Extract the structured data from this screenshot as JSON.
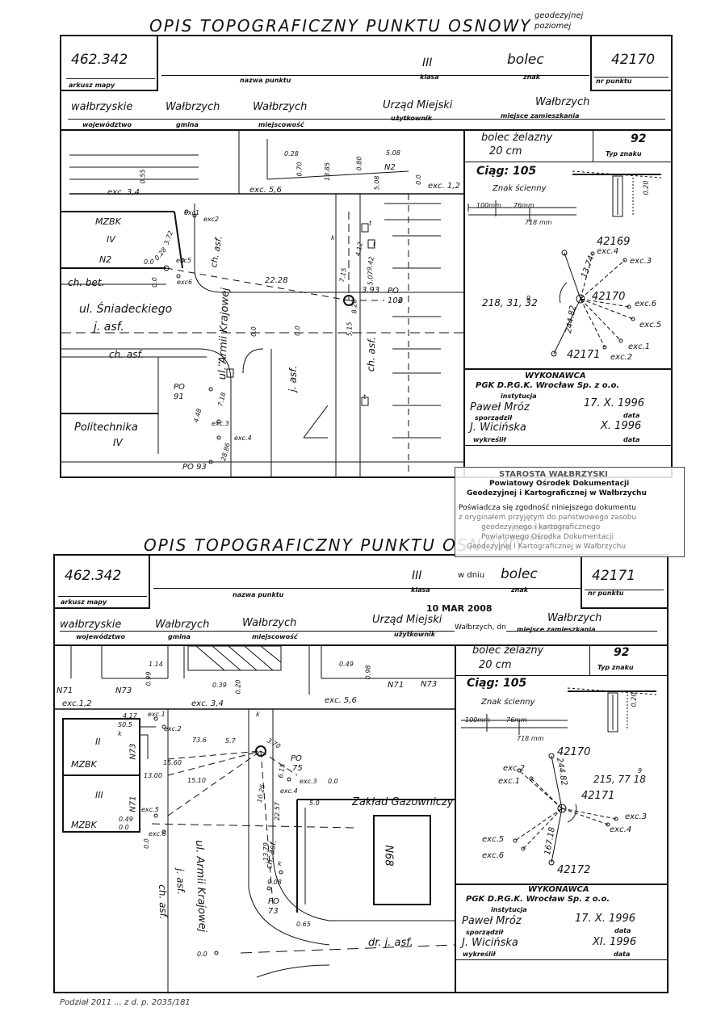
{
  "sheet1": {
    "title": "OPIS TOPOGRAFICZNY PUNKTU OSNOWY",
    "title_sub1": "geodezyjnej",
    "title_sub2": "poziomej",
    "arkusz_value": "462.342",
    "arkusz_label": "arkusz mapy",
    "nazwa_label": "nazwa punktu",
    "klasa_value": "III",
    "klasa_label": "klasa",
    "znak_value": "bolec",
    "znak_label": "znak",
    "nr_value": "42170",
    "nr_label": "nr punktu",
    "woj_value": "wałbrzyskie",
    "woj_label": "województwo",
    "gmina_value": "Wałbrzych",
    "gmina_label": "gmina",
    "miejsc_value": "Wałbrzych",
    "miejsc_label": "miejscowość",
    "uzyt_value": "Urząd Miejski",
    "uzyt_label": "użytkownik",
    "miejsce_value": "Wałbrzych",
    "miejsce_label": "miejsce zamieszkania",
    "typ_desc1": "bolec żelazny",
    "typ_desc2": "20 cm",
    "typ_value": "92",
    "typ_label": "Typ znaku",
    "ciag": "Ciąg: 105",
    "znak_scienny": "Znak ścienny",
    "dim_100": "100mm",
    "dim_76": "76mm",
    "dim_718": "718 mm",
    "dim_020": "0,20",
    "angle": "218, 31, 32",
    "angle_sup": "9",
    "pt_top": "42169",
    "pt_center": "42170",
    "pt_bottom": "42171",
    "exc_labels": [
      "exc.4",
      "exc.3",
      "exc.6",
      "exc.5",
      "exc.1",
      "exc.2"
    ],
    "dist1": "13.74",
    "dist2": "244.82",
    "wyk_title": "WYKONAWCA",
    "wyk_inst": "PGK D.P.G.K. Wrocław Sp. z o.o.",
    "inst_label": "instytucja",
    "sporz_name": "Paweł Mróz",
    "sporz_date": "17. X. 1996",
    "sporz_label": "sporządził",
    "data_label": "data",
    "wyk_name": "J. Wicińska",
    "wyk_date": "X. 1996",
    "wykr_label": "wykreślił",
    "map_labels": [
      "MZBK",
      "IV",
      "N2",
      "ch. bet.",
      "ul. Śniadeckiego",
      "j. asf.",
      "ch. asf.",
      "Politechnika",
      "IV",
      "ul. Armii Krajowej",
      "j. asf.",
      "ch. asf.",
      "ch. asf.",
      "exc. 3,4",
      "exc. 5,6",
      "exc. 1,2",
      "PO",
      "102",
      "PO",
      "91",
      "PO 93",
      "22.28",
      "3.93",
      "exc1",
      "exc2",
      "exc5",
      "exc6",
      "exc.3",
      "exc.4",
      "N2",
      "9.42",
      "4.12",
      "0.55",
      "0.28",
      "0.70",
      "13.85",
      "0.80",
      "5.08",
      "5.08",
      "0.0",
      "7.15",
      "7.18",
      "4.48",
      "28.86",
      "0.0",
      "0.0",
      "k",
      "t",
      "t",
      "t",
      "t",
      "3.72",
      "0.28",
      "0.0",
      "0.0",
      "5.07",
      "8.28",
      "5.15"
    ]
  },
  "sheet2": {
    "title": "OPIS TOPOGRAFICZNY PUNKTU OSNOWY",
    "title_sub1": "geodezyjnej",
    "title_sub2": "poziomej",
    "arkusz_value": "462.342",
    "arkusz_label": "arkusz mapy",
    "nazwa_label": "nazwa punktu",
    "klasa_value": "III",
    "klasa_label": "klasa",
    "znak_value": "bolec",
    "znak_label": "znak",
    "nr_value": "42171",
    "nr_label": "nr punktu",
    "woj_value": "wałbrzyskie",
    "woj_label": "województwo",
    "gmina_value": "Wałbrzych",
    "gmina_label": "gmina",
    "miejsc_value": "Wałbrzych",
    "miejsc_label": "miejscowość",
    "uzyt_value": "Urząd Miejski",
    "uzyt_label": "użytkownik",
    "miejsce_value": "Wałbrzych",
    "miejsce_label": "miejsce zamieszkania",
    "typ_desc1": "bolec żelazny",
    "typ_desc2": "20 cm",
    "typ_value": "92",
    "typ_label": "Typ znaku",
    "ciag": "Ciąg: 105",
    "znak_scienny": "Znak ścienny",
    "dim_100": "100mm",
    "dim_76": "76mm",
    "dim_718": "718 mm",
    "dim_020": "0,20",
    "angle": "215, 77 18",
    "angle_sup": "9",
    "pt_top": "42170",
    "pt_center": "42171",
    "pt_bottom": "42172",
    "exc_labels": [
      "exc.2",
      "exc.1",
      "exc.3",
      "exc.4",
      "exc.5",
      "exc.6"
    ],
    "dist1": "244.82",
    "dist2": "167.18",
    "wyk_title": "WYKONAWCA",
    "wyk_inst": "PGK D.P.G.K. Wrocław Sp. z o.o.",
    "inst_label": "instytucja",
    "sporz_name": "Paweł Mróz",
    "sporz_date": "17. X. 1996",
    "sporz_label": "sporządził",
    "data_label": "data",
    "wyk_name": "J. Wicińska",
    "wyk_date": "XI. 1996",
    "wykr_label": "wykreślił",
    "map_labels": [
      "MZBK",
      "II",
      "MZBK",
      "III",
      "N73",
      "N71",
      "N71",
      "N73",
      "N71",
      "N73",
      "exc.1,2",
      "exc. 3,4",
      "exc. 5,6",
      "ul. Armii Krajowej",
      "j. asf.",
      "ch. asf.",
      "ch. asf.",
      "dr. j. asf.",
      "Zakład Gazowniczy",
      "N68",
      "PO",
      "75",
      "PO",
      "73",
      "exc.1",
      "exc.2",
      "exc.5",
      "exc.6",
      "exc.3",
      "exc.4",
      "73.6",
      "5.7",
      "15.60",
      "15.10",
      "13.00",
      "3.70",
      "22.57",
      "13.79",
      "0.65",
      "5.0",
      "1.14",
      "0.99",
      "0.49",
      "0.98",
      "0.39",
      "0.20",
      "0.49",
      "0.0",
      "0.0",
      "0.0",
      "0.0",
      "4.17",
      "50.5",
      "k",
      "k",
      "k",
      "9.08",
      "6.15",
      "10.26"
    ]
  },
  "stamp": {
    "line1": "STAROSTA WAŁBRZYSKI",
    "line2": "Powiatowy Ośrodek Dokumentacji",
    "line3": "Geodezyjnej i Kartograficznej w Wałbrzychu",
    "line4": "Poświadcza się zgodność niniejszego dokumentu",
    "line5": "z oryginałem przyjętym do państwowego zasobu",
    "line6": "geodezyjnego i kartograficznego",
    "line7": "Powiatowego Ośrodka Dokumentacji",
    "line8": "Geodezyjnej i Kartograficznej w Wałbrzychu",
    "w_dniu": "w dniu",
    "date": "10 MAR 2008",
    "place": "Wałbrzych, dn"
  },
  "footer_text": "Podział 2011 ... z d. p. 2035/181"
}
